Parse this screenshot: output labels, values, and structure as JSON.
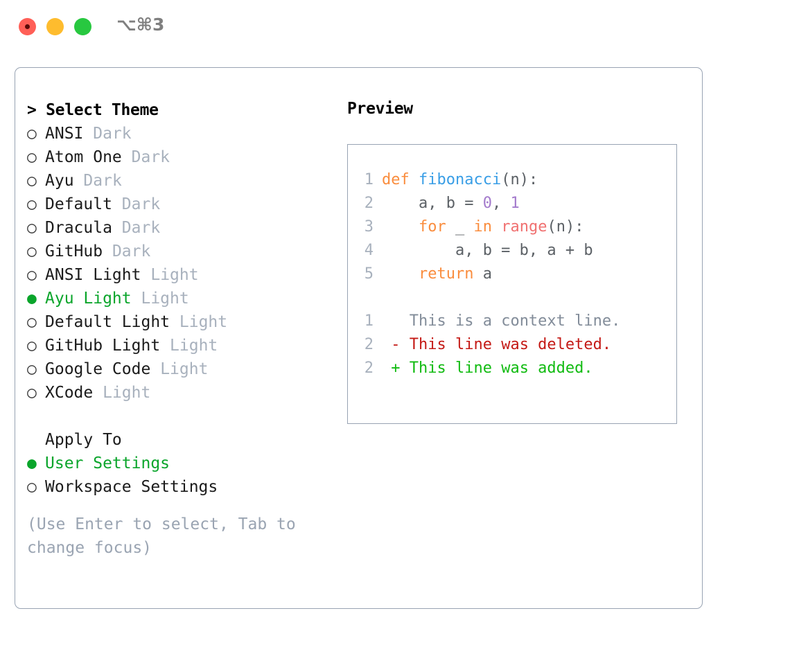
{
  "window": {
    "title": "⌥⌘3",
    "traffic_lights": [
      "close-red",
      "minimize-yellow",
      "maximize-green"
    ]
  },
  "theme_panel": {
    "header": "> Select Theme",
    "items": [
      {
        "marker": "○",
        "name": "ANSI",
        "category": "Dark",
        "selected": false
      },
      {
        "marker": "○",
        "name": "Atom One",
        "category": "Dark",
        "selected": false
      },
      {
        "marker": "○",
        "name": "Ayu",
        "category": "Dark",
        "selected": false
      },
      {
        "marker": "○",
        "name": "Default",
        "category": "Dark",
        "selected": false
      },
      {
        "marker": "○",
        "name": "Dracula",
        "category": "Dark",
        "selected": false
      },
      {
        "marker": "○",
        "name": "GitHub",
        "category": "Dark",
        "selected": false
      },
      {
        "marker": "○",
        "name": "ANSI Light",
        "category": "Light",
        "selected": false
      },
      {
        "marker": "●",
        "name": "Ayu Light",
        "category": "Light",
        "selected": true
      },
      {
        "marker": "○",
        "name": "Default Light",
        "category": "Light",
        "selected": false
      },
      {
        "marker": "○",
        "name": "GitHub Light",
        "category": "Light",
        "selected": false
      },
      {
        "marker": "○",
        "name": "Google Code",
        "category": "Light",
        "selected": false
      },
      {
        "marker": "○",
        "name": "XCode",
        "category": "Light",
        "selected": false
      }
    ]
  },
  "apply_to": {
    "header": "Apply To",
    "options": [
      {
        "marker": "●",
        "label": "User Settings",
        "selected": true
      },
      {
        "marker": "○",
        "label": "Workspace Settings",
        "selected": false
      }
    ]
  },
  "hint": "(Use Enter to select, Tab to change focus)",
  "preview": {
    "header": "Preview",
    "code_lines": [
      {
        "number": "1",
        "tokens": [
          {
            "text": "def ",
            "type": "kw"
          },
          {
            "text": "fibonacci",
            "type": "fn"
          },
          {
            "text": "(n):",
            "type": "punc"
          }
        ]
      },
      {
        "number": "2",
        "tokens": [
          {
            "text": "    a, b = ",
            "type": "var"
          },
          {
            "text": "0",
            "type": "num"
          },
          {
            "text": ", ",
            "type": "var"
          },
          {
            "text": "1",
            "type": "num"
          }
        ]
      },
      {
        "number": "3",
        "tokens": [
          {
            "text": "    ",
            "type": "var"
          },
          {
            "text": "for",
            "type": "kw"
          },
          {
            "text": " _ ",
            "type": "var"
          },
          {
            "text": "in",
            "type": "kw"
          },
          {
            "text": " ",
            "type": "var"
          },
          {
            "text": "range",
            "type": "call"
          },
          {
            "text": "(n):",
            "type": "punc"
          }
        ]
      },
      {
        "number": "4",
        "tokens": [
          {
            "text": "        a, b = b, a + b",
            "type": "var"
          }
        ]
      },
      {
        "number": "5",
        "tokens": [
          {
            "text": "    ",
            "type": "var"
          },
          {
            "text": "return",
            "type": "kw"
          },
          {
            "text": " a",
            "type": "var"
          }
        ]
      }
    ],
    "diff_lines": [
      {
        "number": "1",
        "sign": " ",
        "text": "This is a context line.",
        "kind": "context"
      },
      {
        "number": "2",
        "sign": "-",
        "text": "This line was deleted.",
        "kind": "deleted"
      },
      {
        "number": "2",
        "sign": "+",
        "text": "This line was added.",
        "kind": "added"
      }
    ]
  },
  "colors": {
    "accent_green": "#0aa52b",
    "border": "#98a3b3",
    "muted": "#a8b1bd",
    "hint": "#9aa4b2",
    "keyword": "#fa8d3e",
    "function": "#399ee6",
    "call": "#f07171",
    "number": "#a37acc",
    "variable": "#5c6166",
    "diff_context": "#828c99",
    "diff_deleted": "#c41a16",
    "diff_added": "#11bb11",
    "traffic_red": "#ff5f57",
    "traffic_yellow": "#febc2e",
    "traffic_green": "#28c840"
  }
}
